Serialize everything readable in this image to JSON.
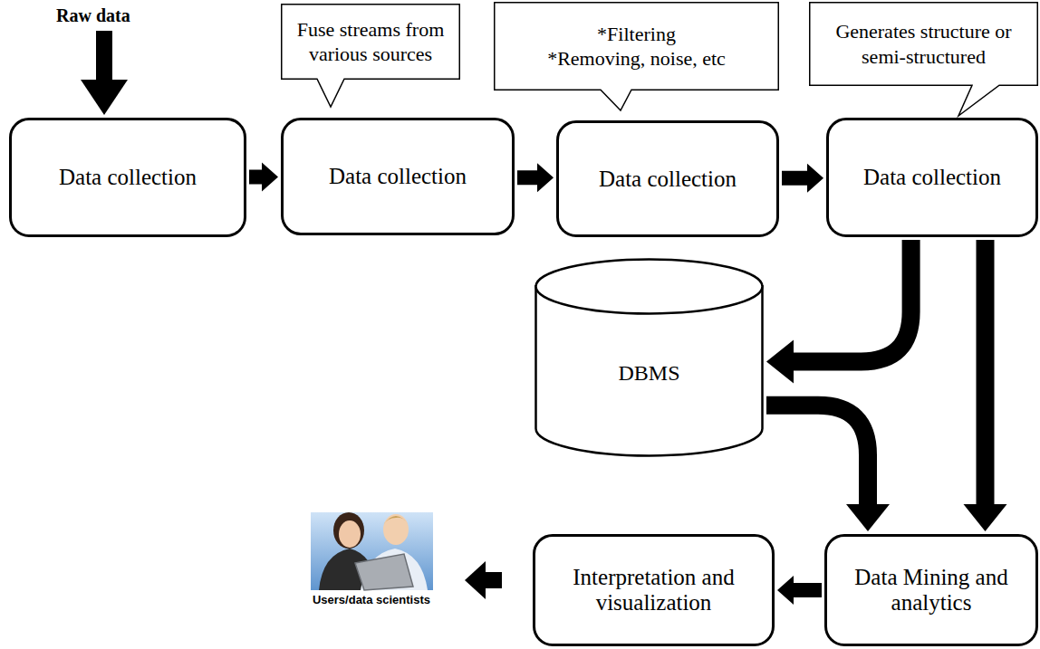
{
  "diagram": {
    "nodes": [
      {
        "text": [
          "Data collection"
        ]
      },
      {
        "text": [
          "Fuse streams from various sources"
        ]
      },
      {
        "text": [
          "Data collection"
        ]
      },
      {
        "text": [
          "*Filtering",
          "*Removing, noise, etc"
        ]
      },
      {
        "text": [
          "Data collection"
        ]
      },
      {
        "text": [
          "Generates structure or semi-structured"
        ]
      },
      {
        "text": [
          "Data collection"
        ]
      },
      {
        "text": [
          "DBMS"
        ]
      },
      {
        "text": [
          "Data Mining and analytics"
        ]
      },
      {
        "text": [
          "Interpretation and visualization"
        ]
      }
    ],
    "edges": [
      {
        "from": 0,
        "to": 2,
        "arrow": "to"
      },
      {
        "from": 2,
        "to": 4,
        "arrow": "to"
      },
      {
        "from": 4,
        "to": 6,
        "arrow": "to"
      },
      {
        "from": 6,
        "to": 7,
        "arrow": "to"
      },
      {
        "from": 7,
        "to": 8,
        "arrow": "to"
      },
      {
        "from": 6,
        "to": 8,
        "arrow": "to"
      },
      {
        "from": 8,
        "to": 9,
        "arrow": "to"
      }
    ],
    "labels": [
      "Raw data",
      "Users/data scientists"
    ]
  }
}
